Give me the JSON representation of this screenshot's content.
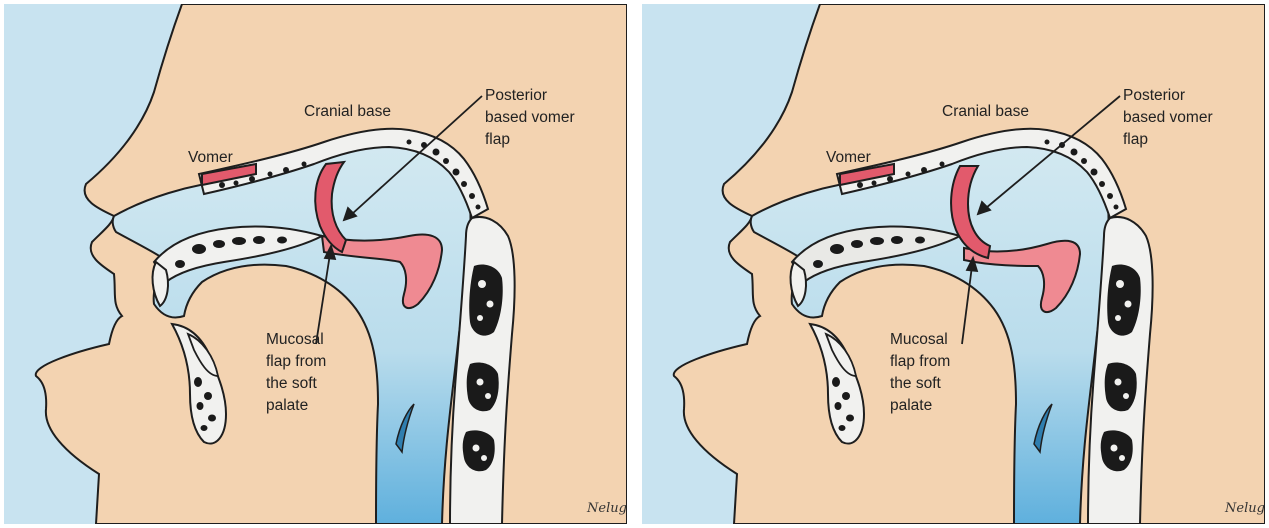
{
  "panels": [
    {
      "labels": {
        "cranial_base": "Cranial base",
        "vomer": "Vomer",
        "posterior_flap": [
          "Posterior",
          "based vomer",
          "flap"
        ],
        "mucosal_flap": [
          "Mucosal",
          "flap from",
          "the soft",
          "palate"
        ]
      },
      "signature": "Nelugi",
      "colors": {
        "background": "#c8e3f0",
        "skin": "#f3d3b1",
        "airway": "#cfe7ef",
        "bone": "#f1f1ef",
        "bone_spots": "#1a1a1a",
        "flap": "#ef8a92",
        "flap_dark": "#d9435a",
        "outline": "#1e1e1e"
      }
    },
    {
      "labels": {
        "cranial_base": "Cranial base",
        "vomer": "Vomer",
        "posterior_flap": [
          "Posterior",
          "based vomer",
          "flap"
        ],
        "mucosal_flap": [
          "Mucosal",
          "flap from",
          "the soft",
          "palate"
        ]
      },
      "signature": "Nelugi",
      "colors": {
        "background": "#c8e3f0",
        "skin": "#f3d3b1",
        "airway": "#cfe7ef",
        "bone": "#f1f1ef",
        "bone_spots": "#1a1a1a",
        "flap": "#ef8a92",
        "flap_dark": "#d9435a",
        "outline": "#1e1e1e"
      }
    }
  ]
}
